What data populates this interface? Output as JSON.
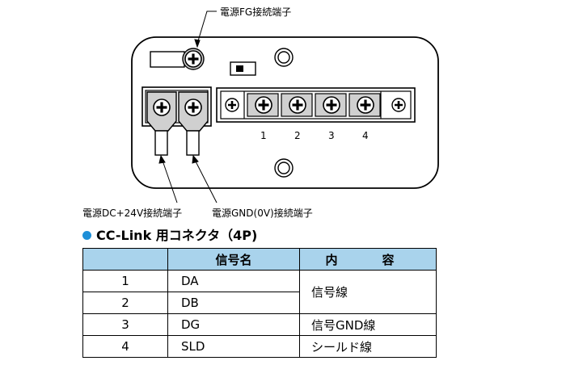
{
  "labels": {
    "fg_terminal": "電源FG接続端子",
    "dc24v_terminal": "電源DC+24V接続端子",
    "gnd_terminal": "電源GND(0V)接続端子"
  },
  "terminal_numbers": [
    "1",
    "2",
    "3",
    "4"
  ],
  "section": {
    "title": "CC-Link 用コネクタ（4P)"
  },
  "table": {
    "headers": [
      "",
      "信号名",
      "内　容"
    ],
    "rows": [
      {
        "no": "1",
        "signal": "DA"
      },
      {
        "no": "2",
        "signal": "DB"
      },
      {
        "no": "3",
        "signal": "DG"
      },
      {
        "no": "4",
        "signal": "SLD"
      }
    ],
    "contents": {
      "da_db": "信号線",
      "dg": "信号GND線",
      "sld": "シールド線"
    }
  },
  "colors": {
    "bullet": "#1e8fd8",
    "header_bg": "#a9d3ec"
  }
}
